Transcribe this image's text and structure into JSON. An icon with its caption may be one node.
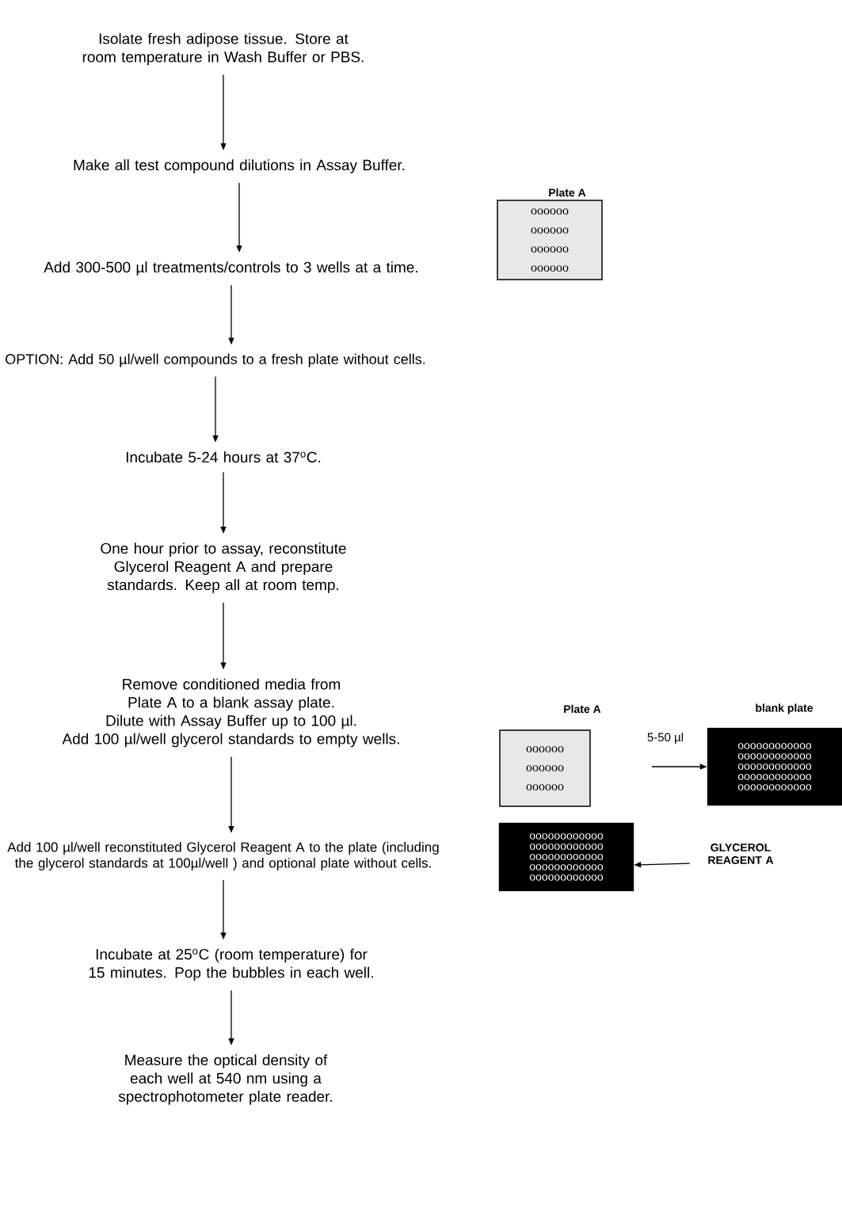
{
  "diagram": {
    "nodes": [
      {
        "text": [
          "Isolate fresh adipose tissue. Store at room temperature in Wash Buffer or PBS."
        ]
      },
      {
        "text": [
          "Make all test compound dilutions in Assay Buffer."
        ]
      },
      {
        "text": [
          "Add 300-500 µl treatments/controls to 3 wells at a time."
        ]
      },
      {
        "text": [
          "OPTION: Add 50 µl/well compounds to a fresh plate without cells."
        ]
      },
      {
        "text": [
          "Incubate 5-24 hours at 37$^{o}$C."
        ]
      },
      {
        "text": [
          "One hour prior to assay, reconstitute Glycerol Reagent A and prepare standards. Keep all at room temp."
        ]
      },
      {
        "text": [
          "Remove conditioned media from Plate A to a blank assay plate.",
          "Dilute with Assay Buffer up to 100 µl.",
          "Add 100 µl/well glycerol standards to empty wells."
        ]
      },
      {
        "text": [
          "Add 100 µl/well reconstituted Glycerol Reagent A to the plate (including the glycerol standards at 100µl/well ) and optional plate without cells."
        ]
      },
      {
        "text": [
          "Incubate at 25$^{o}$C (room temperature) for 15 minutes. Pop the bubbles in each well."
        ]
      },
      {
        "text": [
          "Measure the optical density of each well at 540 nm using a spectrophotometer plate reader."
        ]
      },
      {
        "text": [
          "Plate A",
          "oooooo oooooo oooooo oooooo"
        ]
      },
      {
        "text": [
          "Plate A",
          "oooooo oooooo oooooo"
        ]
      },
      {
        "text": [
          "blank plate",
          "oooooooooooo oooooooooooo oooooooooooo oooooooooooo oooooooooooo"
        ]
      },
      {
        "text": [
          "oooooooooooo oooooooooooo oooooooooooo oooooooooooo oooooooooooo"
        ]
      },
      {
        "text": [
          "GLYCEROL REAGENT A"
        ]
      }
    ],
    "edges": [
      {
        "from": 0,
        "to": 1,
        "arrow": "to"
      },
      {
        "from": 1,
        "to": 2,
        "arrow": "to"
      },
      {
        "from": 2,
        "to": 3,
        "arrow": "to"
      },
      {
        "from": 3,
        "to": 4,
        "arrow": "to"
      },
      {
        "from": 4,
        "to": 5,
        "arrow": "to"
      },
      {
        "from": 5,
        "to": 6,
        "arrow": "to"
      },
      {
        "from": 6,
        "to": 7,
        "arrow": "to"
      },
      {
        "from": 7,
        "to": 8,
        "arrow": "to"
      },
      {
        "from": 8,
        "to": 9,
        "arrow": "to"
      },
      {
        "from": null,
        "to": 12,
        "arrow": "to",
        "label": "5-50 µl"
      },
      {
        "from": 14,
        "to": 13,
        "arrow": "to"
      }
    ]
  }
}
